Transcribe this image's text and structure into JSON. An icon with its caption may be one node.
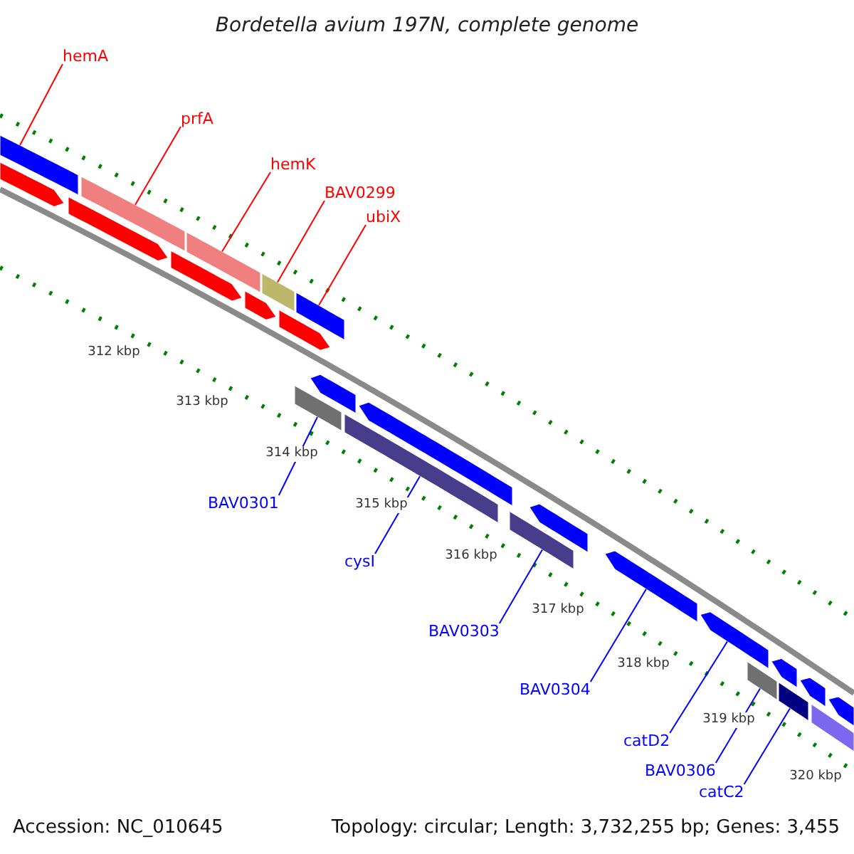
{
  "diagram": {
    "title": "Bordetella avium 197N, complete genome",
    "nodes": [
      {
        "text": [
          "hemA"
        ]
      },
      {
        "text": [],
        "shape": "bar"
      },
      {
        "text": [
          "prfA"
        ]
      },
      {
        "text": [],
        "shape": "bar"
      },
      {
        "text": [
          "hemK"
        ]
      },
      {
        "text": [],
        "shape": "bar"
      },
      {
        "text": [
          "BAV0299"
        ]
      },
      {
        "text": [],
        "shape": "bar"
      },
      {
        "text": [
          "ubiX"
        ]
      },
      {
        "text": [],
        "shape": "bar"
      },
      {
        "text": [
          "BAV0301"
        ]
      },
      {
        "text": [],
        "shape": "bar"
      },
      {
        "text": [
          "cysI"
        ]
      },
      {
        "text": [],
        "shape": "bar"
      },
      {
        "text": [
          "BAV0303"
        ]
      },
      {
        "text": [],
        "shape": "bar"
      },
      {
        "text": [
          "BAV0304"
        ]
      },
      {
        "text": [],
        "shape": "bar"
      },
      {
        "text": [
          "catD2"
        ]
      },
      {
        "text": [],
        "shape": "bar"
      },
      {
        "text": [
          "BAV0306"
        ]
      },
      {
        "text": [],
        "shape": "bar"
      },
      {
        "text": [
          "catC2"
        ]
      },
      {
        "text": [],
        "shape": "bar"
      },
      {
        "text": [],
        "shape": "bar"
      },
      {
        "text": [],
        "shape": "bar"
      },
      {
        "text": [],
        "shape": "bar"
      },
      {
        "text": [],
        "shape": "bar"
      },
      {
        "text": [],
        "shape": "bar"
      },
      {
        "text": [],
        "shape": "bar"
      },
      {
        "text": [],
        "shape": "bar"
      },
      {
        "text": [],
        "shape": "bar"
      },
      {
        "text": [],
        "shape": "bar"
      },
      {
        "text": [],
        "shape": "bar"
      },
      {
        "text": [],
        "shape": "bar"
      },
      {
        "text": [],
        "shape": "bar"
      }
    ],
    "edges": [
      {
        "from": 0,
        "to": 1,
        "arrow": "none",
        "color": "#ff0000"
      },
      {
        "from": 2,
        "to": 3,
        "arrow": "none",
        "color": "#ff0000"
      },
      {
        "from": 4,
        "to": 5,
        "arrow": "none",
        "color": "#ff0000"
      },
      {
        "from": 6,
        "to": 7,
        "arrow": "none",
        "color": "#ff0000"
      },
      {
        "from": 8,
        "to": 9,
        "arrow": "none",
        "color": "#ff0000"
      },
      {
        "from": 10,
        "to": 11,
        "arrow": "none"
      },
      {
        "from": 12,
        "to": 13,
        "arrow": "none"
      },
      {
        "from": 14,
        "to": 15,
        "arrow": "none"
      },
      {
        "from": 16,
        "to": 17,
        "arrow": "none"
      },
      {
        "from": 18,
        "to": 19,
        "arrow": "none"
      },
      {
        "from": 20,
        "to": 21,
        "arrow": "none"
      },
      {
        "from": 22,
        "to": 23,
        "arrow": "none"
      }
    ],
    "labels": [
      "312 kbp",
      "313 kbp",
      "314 kbp",
      "315 kbp",
      "316 kbp",
      "317 kbp",
      "318 kbp",
      "319 kbp",
      "320 kbp",
      "Accession: NC_010645",
      "Topology: circular; Length: 3,732,255 bp; Genes: 3,455"
    ]
  }
}
